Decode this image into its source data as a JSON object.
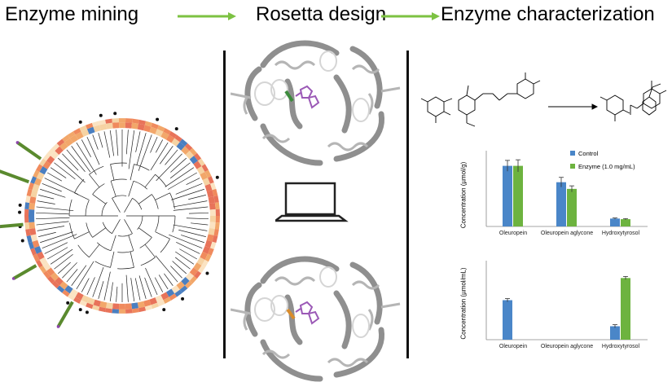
{
  "header": {
    "steps": [
      "Enzyme mining",
      "Rosetta design",
      "Enzyme characterization"
    ],
    "arrow_color": "#7cc242"
  },
  "colors": {
    "control": "#4a86c8",
    "enzyme": "#6db33f",
    "protein": "#a9a9a9",
    "ligand": "#9b59b6"
  },
  "chart_data": [
    {
      "type": "bar",
      "categories": [
        "Oleuropein",
        "Oleuropein aglycone",
        "Hydroxytyrosol"
      ],
      "ylabel": "Concentration (µmol/g)",
      "series": [
        {
          "name": "Control",
          "values": [
            1.0,
            0.73,
            0.13
          ],
          "errors": [
            0.09,
            0.08,
            0.01
          ]
        },
        {
          "name": "Enzyme (1.0 mg/mL)",
          "values": [
            1.0,
            0.62,
            0.12
          ],
          "errors": [
            0.1,
            0.05,
            0.01
          ]
        }
      ],
      "legend": "top-right",
      "ylim": [
        0,
        1.25
      ]
    },
    {
      "type": "bar",
      "categories": [
        "Oleuropein",
        "Oleuropein aglycone",
        "Hydroxytyrosol"
      ],
      "ylabel": "Concentration (µmol/mL)",
      "series": [
        {
          "values": [
            0.5,
            0.0,
            0.17
          ],
          "errors": [
            0.02,
            0.0,
            0.02
          ]
        },
        {
          "values": [
            0.0,
            0.0,
            0.78
          ],
          "errors": [
            0.0,
            0.0,
            0.02
          ]
        }
      ],
      "ylim": [
        0,
        1.0
      ]
    }
  ]
}
